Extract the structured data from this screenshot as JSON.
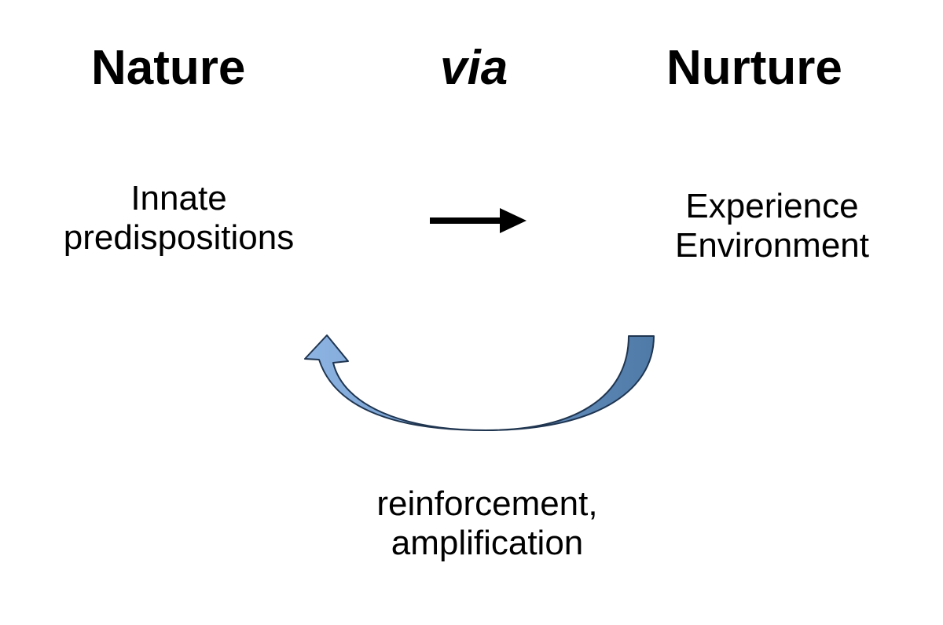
{
  "headings": {
    "nature": "Nature",
    "via": "via",
    "nurture": "Nurture"
  },
  "left_label": [
    "Innate",
    "predispositions"
  ],
  "right_label": [
    "Experience",
    "Environment"
  ],
  "bottom_label": [
    "reinforcement,",
    "amplification"
  ],
  "colors": {
    "text": "#000000",
    "arrow_straight": "#000000",
    "curved_arrow_light": "#8db4e3",
    "curved_arrow_dark": "#4f7aa8",
    "curved_arrow_stroke": "#1f3550"
  },
  "arrows": {
    "forward": "straight-right-arrow",
    "feedback": "curved-return-arrow"
  }
}
